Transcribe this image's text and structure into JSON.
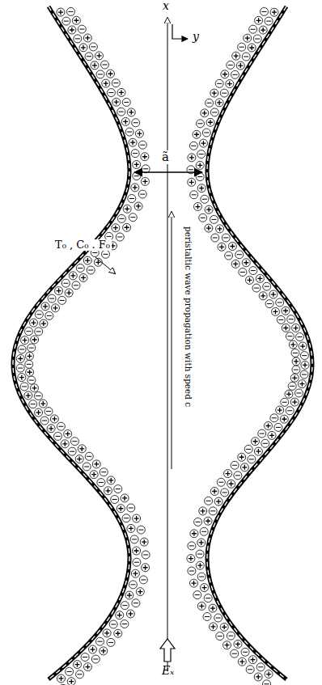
{
  "diagram": {
    "labels": [
      "x",
      "y",
      "T₀ , C₀ . F₀",
      "ã",
      "peristaltic wave propagation with speed c",
      "Eₓ"
    ]
  }
}
